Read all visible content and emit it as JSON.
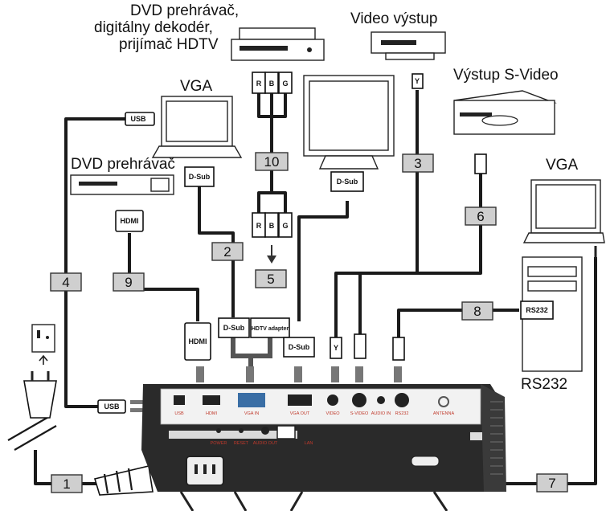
{
  "devices": {
    "dvd_decoder": [
      "DVD prehrávač,",
      "digitálny dekodér,",
      "prijímač HDTV"
    ],
    "video_out": "Video výstup",
    "vga_left": "VGA",
    "svideo_out": "Výstup S-Video",
    "dvd_player": "DVD prehrávač",
    "vga_right": "VGA",
    "rs232_pc": "RS232"
  },
  "cables": [
    "1",
    "2",
    "3",
    "4",
    "5",
    "6",
    "7",
    "8",
    "9",
    "10"
  ],
  "plugs": {
    "usb": "USB",
    "dsub": "D-Sub",
    "hdmi": "HDMI",
    "hdtv_adapter": "HDTV adapter",
    "rs232": "RS232",
    "y": "Y",
    "r": "R",
    "b": "B",
    "g": "G"
  },
  "ports": {
    "usb": "USB",
    "hdmi": "HDMI",
    "vga_in": "VGA IN",
    "vga_out": "VGA OUT",
    "video": "VIDEO",
    "svideo": "S-VIDEO",
    "audio_in": "AUDIO IN",
    "rs232": "RS232",
    "antenna": "ANTENNA",
    "power": "POWER",
    "reset": "RESET",
    "audio_out": "AUDIO OUT",
    "lan": "LAN"
  }
}
